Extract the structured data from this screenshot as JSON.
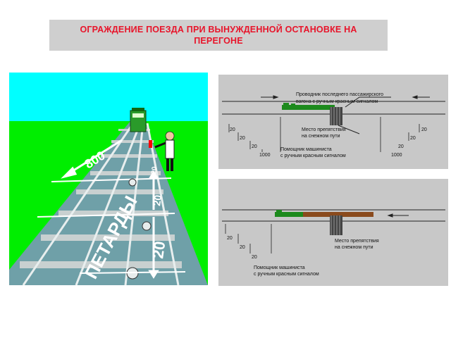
{
  "title": "ОГРАЖДЕНИЕ ПОЕЗДА ПРИ ВЫНУЖДЕННОЙ ОСТАНОВКЕ НА ПЕРЕГОНЕ",
  "left_scene": {
    "label_800": "800",
    "label_petardy": "ПЕТАРДЫ",
    "label_20_big": "20",
    "label_20_mid": "20",
    "label_20_small": "20",
    "colors": {
      "sky": "#00ffff",
      "grass": "#00ee00",
      "track_bed": "#6fa0a8"
    }
  },
  "top_diagram": {
    "conductor_label_line1": "Проводник последнего пассажирского",
    "conductor_label_line2": "вагона с ручным красным сигналом",
    "obstacle_line1": "Место препятствия",
    "obstacle_line2": "на снежном пути",
    "assistant_line1": "Помощник машиниста",
    "assistant_line2": "с ручным красным сигналом",
    "dist_1000_left": "1000",
    "dist_1000_right": "1000",
    "dist_20_a": "20",
    "dist_20_b": "20",
    "dist_20_c": "20",
    "dist_20_d": "20",
    "dist_20_e": "20",
    "dist_20_f": "20"
  },
  "bottom_diagram": {
    "obstacle_line1": "Место препятствия",
    "obstacle_line2": "на снежном пути",
    "assistant_line1": "Помощник машиниста",
    "assistant_line2": "с ручным красным сигналом",
    "dist_20_a": "20",
    "dist_20_b": "20",
    "dist_20_c": "20"
  }
}
